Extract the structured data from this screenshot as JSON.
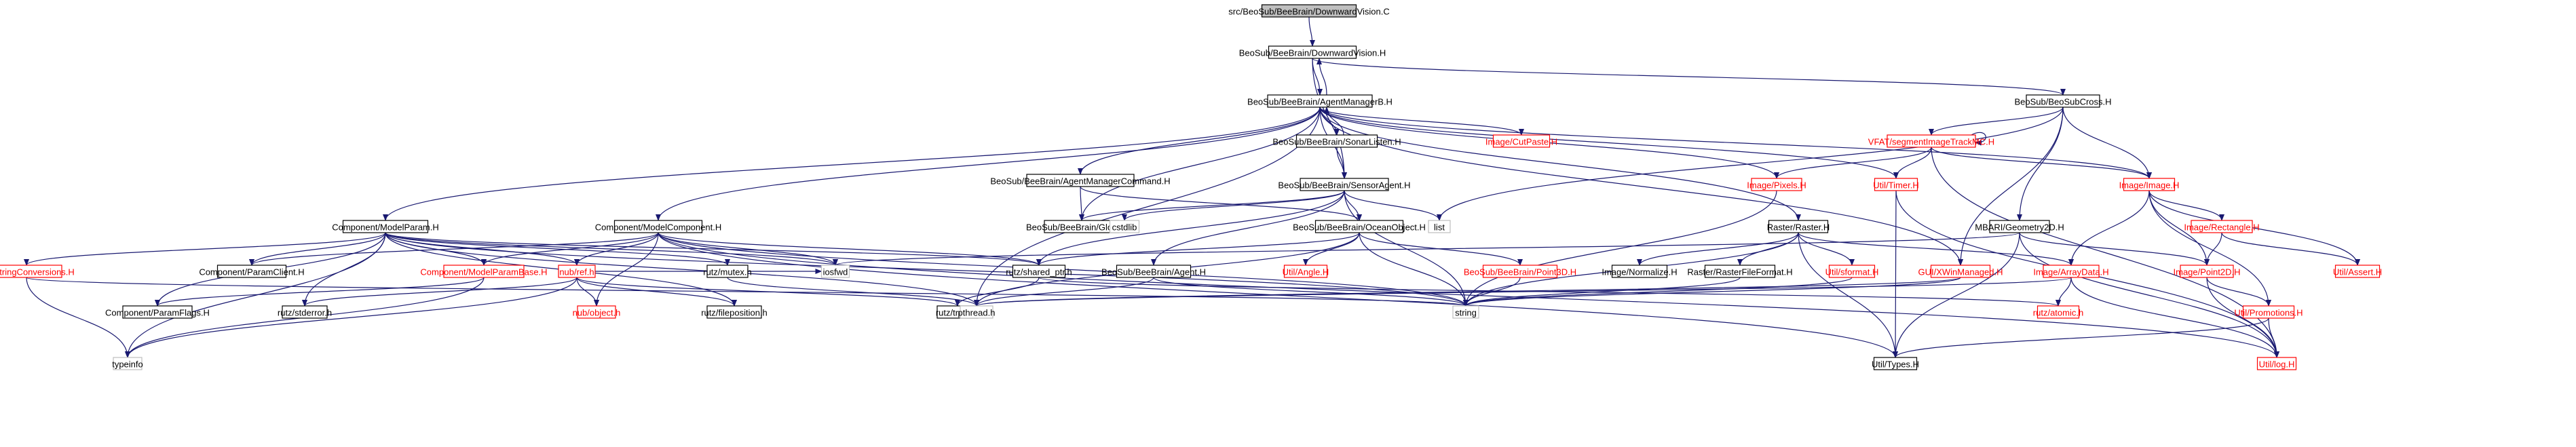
{
  "colors": {
    "edge": "#191970",
    "border_normal": "#000000",
    "border_red": "#ff0000",
    "border_gray": "#bfbfbf",
    "root_fill": "#bfbfbf",
    "text_normal": "#000000",
    "text_red": "#ff0000"
  },
  "nodes": [
    {
      "id": "root",
      "label": "src/BeoSub/BeeBrain/DownwardVision.C",
      "style": "root"
    },
    {
      "id": "dv",
      "label": "BeoSub/BeeBrain/DownwardVision.H",
      "style": "normal"
    },
    {
      "id": "amb",
      "label": "BeoSub/BeeBrain/AgentManagerB.H",
      "style": "normal"
    },
    {
      "id": "bsc",
      "label": "BeoSub/BeoSubCross.H",
      "style": "normal"
    },
    {
      "id": "cmp",
      "label": "Component/ModelParam.H",
      "style": "normal"
    },
    {
      "id": "cmc",
      "label": "Component/ModelComponent.H",
      "style": "normal"
    },
    {
      "id": "amc",
      "label": "BeoSub/BeeBrain/AgentManagerCommand.H",
      "style": "normal"
    },
    {
      "id": "sl",
      "label": "BeoSub/BeeBrain/SonarListen.H",
      "style": "normal"
    },
    {
      "id": "cp",
      "label": "Image/CutPaste.H",
      "style": "red"
    },
    {
      "id": "sa",
      "label": "BeoSub/BeeBrain/SensorAgent.H",
      "style": "normal"
    },
    {
      "id": "vfat",
      "label": "VFAT/segmentImageTrackMC.H",
      "style": "red"
    },
    {
      "id": "pix",
      "label": "Image/Pixels.H",
      "style": "red"
    },
    {
      "id": "timer",
      "label": "Util/Timer.H",
      "style": "red"
    },
    {
      "id": "img",
      "label": "Image/Image.H",
      "style": "red"
    },
    {
      "id": "rast",
      "label": "Raster/Raster.H",
      "style": "normal"
    },
    {
      "id": "mbari",
      "label": "MBARI/Geometry2D.H",
      "style": "normal"
    },
    {
      "id": "glob",
      "label": "BeoSub/BeeBrain/Globals.H",
      "style": "normal"
    },
    {
      "id": "cstd",
      "label": "cstdlib",
      "style": "gray"
    },
    {
      "id": "oo",
      "label": "BeoSub/BeeBrain/OceanObject.H",
      "style": "normal"
    },
    {
      "id": "list",
      "label": "list",
      "style": "gray"
    },
    {
      "id": "irect",
      "label": "Image/Rectangle.H",
      "style": "red"
    },
    {
      "id": "usc",
      "label": "Util/StringConversions.H",
      "style": "red"
    },
    {
      "id": "cpc",
      "label": "Component/ParamClient.H",
      "style": "normal"
    },
    {
      "id": "cmpb",
      "label": "Component/ModelParamBase.H",
      "style": "red"
    },
    {
      "id": "nref",
      "label": "nub/ref.h",
      "style": "red"
    },
    {
      "id": "rmutex",
      "label": "rutz/mutex.h",
      "style": "normal"
    },
    {
      "id": "iosfwd",
      "label": "iosfwd",
      "style": "gray"
    },
    {
      "id": "rsp",
      "label": "rutz/shared_ptr.h",
      "style": "normal"
    },
    {
      "id": "agent",
      "label": "BeoSub/BeeBrain/Agent.H",
      "style": "normal"
    },
    {
      "id": "uangle",
      "label": "Util/Angle.H",
      "style": "red"
    },
    {
      "id": "p3d",
      "label": "BeoSub/BeeBrain/Point3D.H",
      "style": "red"
    },
    {
      "id": "inorm",
      "label": "Image/Normalize.H",
      "style": "normal"
    },
    {
      "id": "rrff",
      "label": "Raster/RasterFileFormat.H",
      "style": "normal"
    },
    {
      "id": "usf",
      "label": "Util/sformat.H",
      "style": "red"
    },
    {
      "id": "gui",
      "label": "GUI/XWinManaged.H",
      "style": "red"
    },
    {
      "id": "iad",
      "label": "Image/ArrayData.H",
      "style": "red"
    },
    {
      "id": "ip2d",
      "label": "Image/Point2D.H",
      "style": "red"
    },
    {
      "id": "uassert",
      "label": "Util/Assert.H",
      "style": "red"
    },
    {
      "id": "cpf",
      "label": "Component/ParamFlags.H",
      "style": "normal"
    },
    {
      "id": "rstderr",
      "label": "rutz/stderror.h",
      "style": "normal"
    },
    {
      "id": "nobj",
      "label": "nub/object.h",
      "style": "red"
    },
    {
      "id": "rfp",
      "label": "rutz/fileposition.h",
      "style": "normal"
    },
    {
      "id": "rtraits",
      "label": "rutz/traits.h",
      "style": "normal"
    },
    {
      "id": "pthread",
      "label": "pthread.h",
      "style": "gray"
    },
    {
      "id": "string",
      "label": "string",
      "style": "gray"
    },
    {
      "id": "ratomic",
      "label": "rutz/atomic.h",
      "style": "red"
    },
    {
      "id": "uprom",
      "label": "Util/Promotions.H",
      "style": "red"
    },
    {
      "id": "typeinfo",
      "label": "typeinfo",
      "style": "gray"
    },
    {
      "id": "utypes",
      "label": "Util/Types.H",
      "style": "normal"
    },
    {
      "id": "ulog",
      "label": "Util/log.H",
      "style": "red"
    }
  ],
  "edges": [
    [
      "root",
      "dv"
    ],
    [
      "dv",
      "amb"
    ],
    [
      "dv",
      "bsc"
    ],
    [
      "dv",
      "sa"
    ],
    [
      "amb",
      "dv"
    ],
    [
      "amb",
      "cmp"
    ],
    [
      "amb",
      "cmc"
    ],
    [
      "amb",
      "amc"
    ],
    [
      "amb",
      "sl"
    ],
    [
      "amb",
      "cp"
    ],
    [
      "amb",
      "sa"
    ],
    [
      "amb",
      "pix"
    ],
    [
      "amb",
      "timer"
    ],
    [
      "amb",
      "img"
    ],
    [
      "amb",
      "rast"
    ],
    [
      "amb",
      "glob"
    ],
    [
      "amb",
      "gui"
    ],
    [
      "amb",
      "pthread"
    ],
    [
      "sl",
      "amb"
    ],
    [
      "sl",
      "sa"
    ],
    [
      "bsc",
      "vfat"
    ],
    [
      "bsc",
      "img"
    ],
    [
      "bsc",
      "mbari"
    ],
    [
      "bsc",
      "gui"
    ],
    [
      "bsc",
      "list"
    ],
    [
      "vfat",
      "vfat"
    ],
    [
      "vfat",
      "pix"
    ],
    [
      "vfat",
      "timer"
    ],
    [
      "vfat",
      "img"
    ],
    [
      "vfat",
      "ulog"
    ],
    [
      "amc",
      "glob"
    ],
    [
      "amc",
      "oo"
    ],
    [
      "sa",
      "glob"
    ],
    [
      "sa",
      "cstd"
    ],
    [
      "sa",
      "oo"
    ],
    [
      "sa",
      "list"
    ],
    [
      "sa",
      "agent"
    ],
    [
      "sa",
      "rsp"
    ],
    [
      "sa",
      "string"
    ],
    [
      "oo",
      "rsp"
    ],
    [
      "oo",
      "uangle"
    ],
    [
      "oo",
      "p3d"
    ],
    [
      "oo",
      "pthread"
    ],
    [
      "oo",
      "string"
    ],
    [
      "agent",
      "pthread"
    ],
    [
      "agent",
      "string"
    ],
    [
      "p3d",
      "string"
    ],
    [
      "cmp",
      "usc"
    ],
    [
      "cmp",
      "cpc"
    ],
    [
      "cmp",
      "cmpb"
    ],
    [
      "cmp",
      "nref"
    ],
    [
      "cmp",
      "rmutex"
    ],
    [
      "cmp",
      "iosfwd"
    ],
    [
      "cmp",
      "rsp"
    ],
    [
      "cmp",
      "cpf"
    ],
    [
      "cmp",
      "rstderr"
    ],
    [
      "cmp",
      "rfp"
    ],
    [
      "cmp",
      "typeinfo"
    ],
    [
      "cmp",
      "pthread"
    ],
    [
      "cmp",
      "string"
    ],
    [
      "cmc",
      "cpc"
    ],
    [
      "cmc",
      "cmpb"
    ],
    [
      "cmc",
      "nref"
    ],
    [
      "cmc",
      "iosfwd"
    ],
    [
      "cmc",
      "rsp"
    ],
    [
      "cmc",
      "nobj"
    ],
    [
      "cmc",
      "string"
    ],
    [
      "cmc",
      "utypes"
    ],
    [
      "cmc",
      "ulog"
    ],
    [
      "cmpb",
      "cpf"
    ],
    [
      "cmpb",
      "typeinfo"
    ],
    [
      "nref",
      "rstderr"
    ],
    [
      "nref",
      "nobj"
    ],
    [
      "nref",
      "rfp"
    ],
    [
      "nref",
      "rtraits"
    ],
    [
      "nref",
      "typeinfo"
    ],
    [
      "nref",
      "iosfwd"
    ],
    [
      "rsp",
      "rtraits"
    ],
    [
      "rsp",
      "ratomic"
    ],
    [
      "usc",
      "string"
    ],
    [
      "usc",
      "typeinfo"
    ],
    [
      "rmutex",
      "pthread"
    ],
    [
      "pix",
      "string"
    ],
    [
      "timer",
      "utypes"
    ],
    [
      "timer",
      "ulog"
    ],
    [
      "img",
      "iad"
    ],
    [
      "img",
      "ip2d"
    ],
    [
      "img",
      "irect"
    ],
    [
      "img",
      "uassert"
    ],
    [
      "img",
      "uprom"
    ],
    [
      "irect",
      "ip2d"
    ],
    [
      "irect",
      "uassert"
    ],
    [
      "ip2d",
      "uprom"
    ],
    [
      "ip2d",
      "ulog"
    ],
    [
      "iad",
      "ratomic"
    ],
    [
      "iad",
      "ulog"
    ],
    [
      "iad",
      "pthread"
    ],
    [
      "uprom",
      "utypes"
    ],
    [
      "uprom",
      "ulog"
    ],
    [
      "rast",
      "inorm"
    ],
    [
      "rast",
      "rrff"
    ],
    [
      "rast",
      "usf"
    ],
    [
      "rast",
      "iad"
    ],
    [
      "rast",
      "utypes"
    ],
    [
      "rast",
      "string"
    ],
    [
      "rrff",
      "string"
    ],
    [
      "usf",
      "string"
    ],
    [
      "gui",
      "pthread"
    ],
    [
      "gui",
      "string"
    ],
    [
      "mbari",
      "ip2d"
    ],
    [
      "mbari",
      "utypes"
    ],
    [
      "mbari",
      "ulog"
    ],
    [
      "mbari",
      "iosfwd"
    ]
  ]
}
